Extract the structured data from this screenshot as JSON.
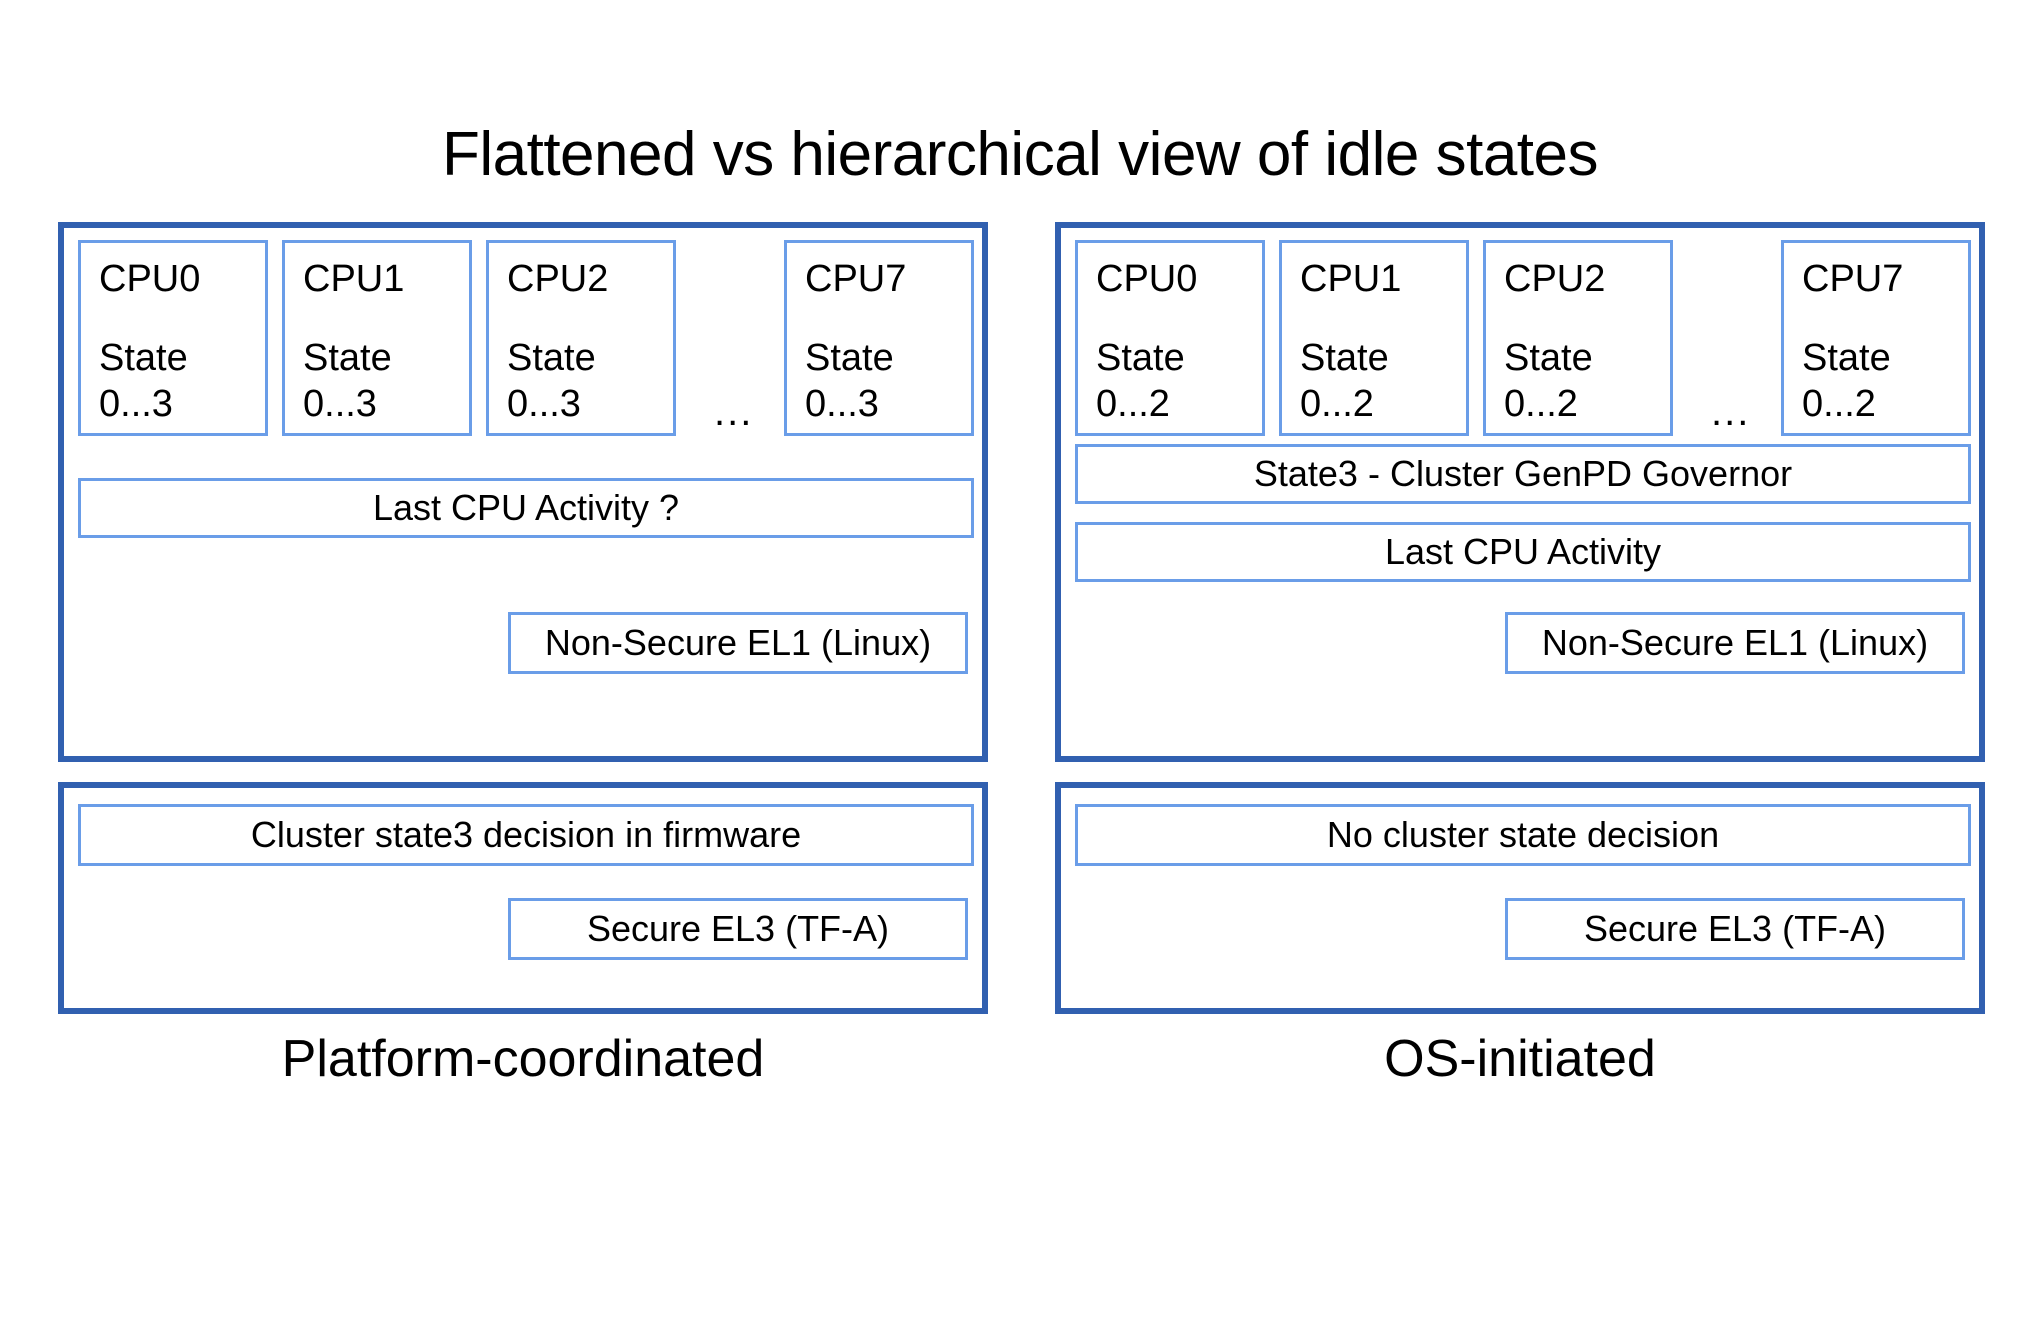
{
  "title": "Flattened vs hierarchical view of idle states",
  "colors": {
    "panel_border": "#3160b0",
    "box_border": "#6a9de8",
    "background": "#ffffff",
    "text": "#000000"
  },
  "columns": [
    {
      "id": "platform-coordinated",
      "caption": "Platform-coordinated",
      "os_panel": {
        "cpus": [
          {
            "name": "CPU0",
            "state": "State\n0...3"
          },
          {
            "name": "CPU1",
            "state": "State\n0...3"
          },
          {
            "name": "CPU2",
            "state": "State\n0...3"
          },
          {
            "name": "CPU7",
            "state": "State\n0...3"
          }
        ],
        "ellipsis": "...",
        "bars": [
          "Last CPU Activity ?"
        ],
        "exception_level": "Non-Secure EL1 (Linux)"
      },
      "fw_panel": {
        "decision": "Cluster state3 decision in firmware",
        "exception_level": "Secure EL3 (TF-A)"
      }
    },
    {
      "id": "os-initiated",
      "caption": "OS-initiated",
      "os_panel": {
        "cpus": [
          {
            "name": "CPU0",
            "state": "State\n0...2"
          },
          {
            "name": "CPU1",
            "state": "State\n0...2"
          },
          {
            "name": "CPU2",
            "state": "State\n0...2"
          },
          {
            "name": "CPU7",
            "state": "State\n0...2"
          }
        ],
        "ellipsis": "...",
        "bars": [
          "State3 - Cluster GenPD Governor",
          "Last CPU Activity"
        ],
        "exception_level": "Non-Secure EL1 (Linux)"
      },
      "fw_panel": {
        "decision": "No cluster state decision",
        "exception_level": "Secure EL3 (TF-A)"
      }
    }
  ]
}
